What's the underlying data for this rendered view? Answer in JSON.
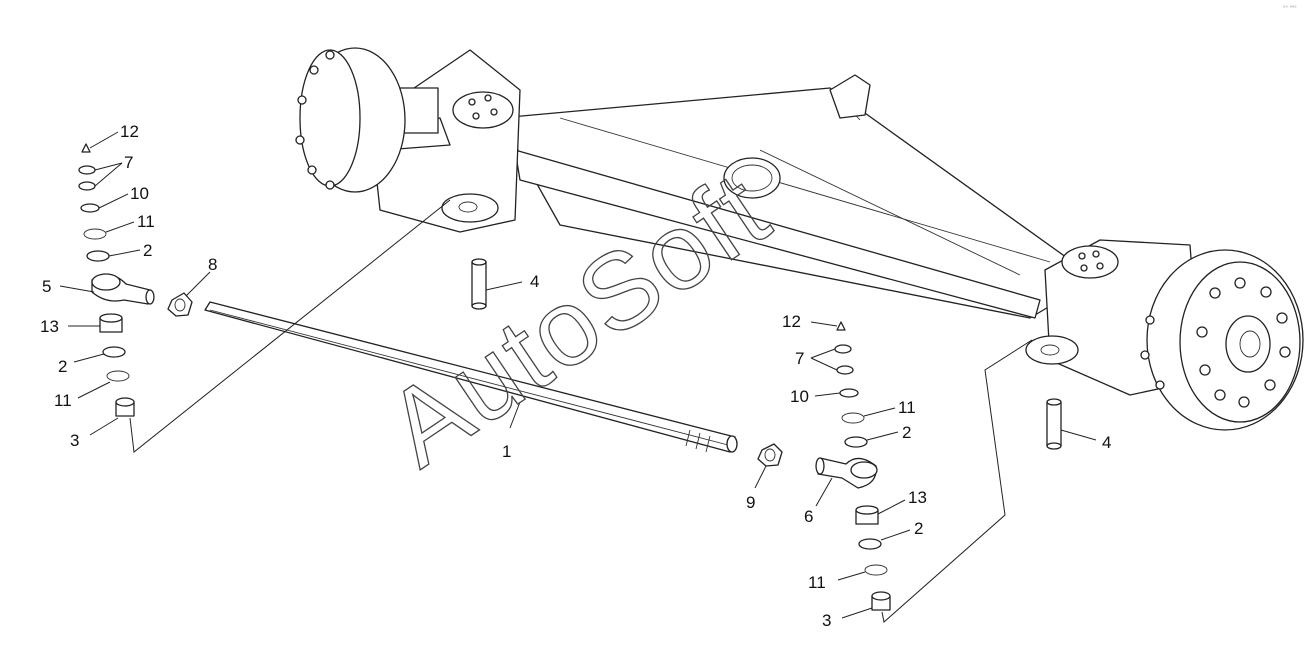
{
  "diagram": {
    "watermark": "AutoSoft",
    "corner_mark": "°° °°°",
    "callouts": {
      "shaft": "1",
      "left_seal_a": "2",
      "left_seal_b": "2",
      "right_seal_a": "2",
      "right_seal_b": "2",
      "left_cap": "3",
      "right_cap": "3",
      "left_pin": "4",
      "right_pin": "4",
      "left_tie_rod_end": "5",
      "right_tie_rod_end": "6",
      "left_nuts": "7",
      "right_nuts": "7",
      "left_jam_nut": "8",
      "right_jam_nut": "9",
      "left_washer": "10",
      "right_washer": "10",
      "left_ring_a": "11",
      "left_ring_b": "11",
      "right_ring_a": "11",
      "right_ring_b": "11",
      "left_cotter": "12",
      "right_cotter": "12",
      "left_bushing": "13",
      "right_bushing": "13"
    }
  }
}
